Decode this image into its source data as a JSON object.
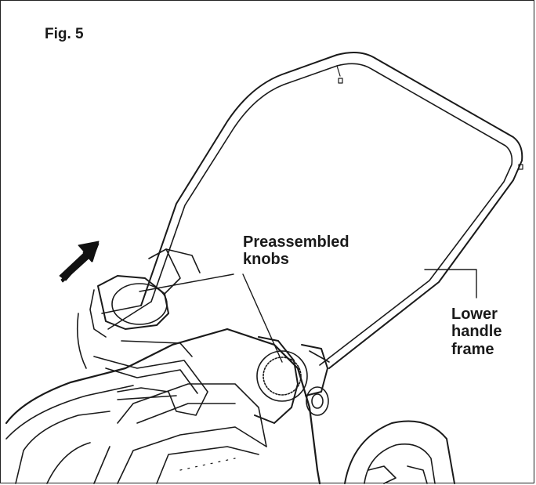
{
  "figure": {
    "title": "Fig. 5"
  },
  "callouts": {
    "knobs": [
      "Preassembled",
      "knobs"
    ],
    "lower_frame": [
      "Lower",
      "handle",
      "frame"
    ]
  },
  "icons": {
    "direction": "arrow-up-right-icon"
  },
  "colors": {
    "line": "#1a1a1a",
    "background": "#ffffff"
  }
}
